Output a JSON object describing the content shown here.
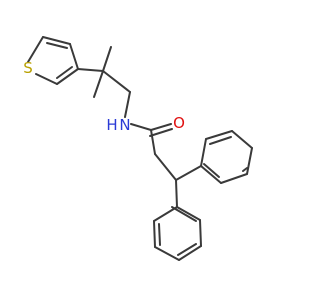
{
  "molecule": {
    "atoms": {
      "sulfur": "S",
      "nitrogen": "N",
      "nitrogen_hydrogen": "H",
      "oxygen": "O"
    },
    "colors": {
      "bond": "#3a3a3a",
      "sulfur": "#b8a000",
      "nitrogen": "#2a3ad6",
      "oxygen": "#e01010"
    }
  }
}
